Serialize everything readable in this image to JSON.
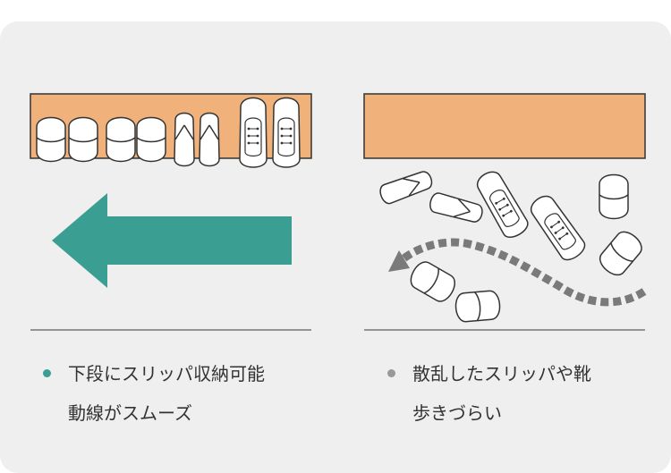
{
  "colors": {
    "background": "#efefef",
    "shelf": "#f0b27a",
    "arrow": "#3a9e93",
    "dashed_arrow": "#7a7a7a",
    "outline": "#333333",
    "divider": "#777777",
    "bullet_good": "#3a9e93",
    "bullet_bad": "#999999"
  },
  "left_panel": {
    "caption_line1": "下段にスリッパ収納可能",
    "caption_line2": "動線がスムーズ",
    "arrow_icon": "left-arrow-icon"
  },
  "right_panel": {
    "caption_line1": "散乱したスリッパや靴",
    "caption_line2": "歩きづらい",
    "arrow_icon": "dashed-curved-arrow-icon"
  }
}
